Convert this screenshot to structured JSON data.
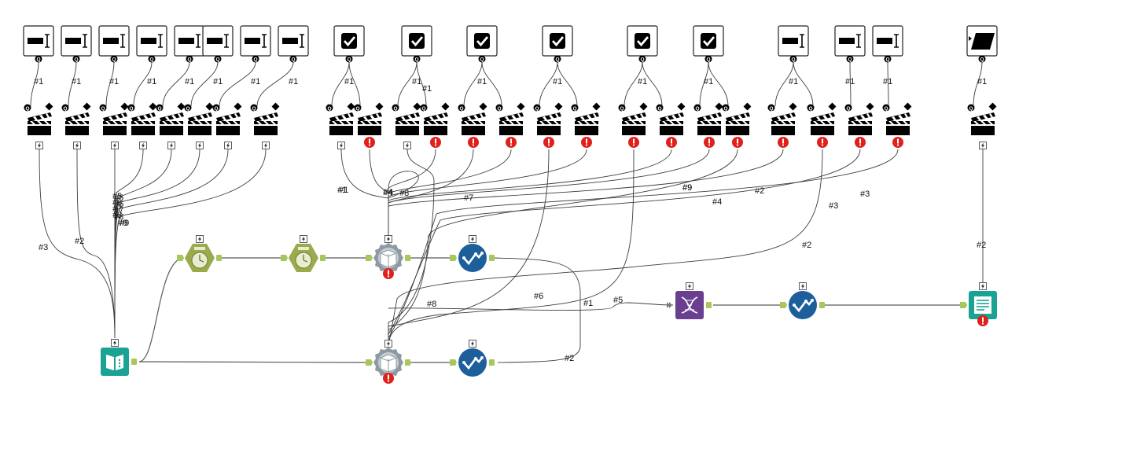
{
  "canvas": {
    "title": "Alteryx workflow canvas",
    "colors": {
      "wire": "#3d3d3d",
      "anchor_green": "#a8c65a",
      "error_red": "#e0201b",
      "tool_teal": "#1aa394",
      "tool_olive": "#9aaa4c",
      "tool_blue": "#1d5f9b",
      "tool_purple": "#6a3f8f",
      "macro_gray": "#8e9aa3"
    }
  },
  "interface_tools": [
    {
      "type": "text-box",
      "icon": "text-box-icon",
      "label": "#1"
    },
    {
      "type": "text-box",
      "icon": "text-box-icon",
      "label": "#1"
    },
    {
      "type": "text-box",
      "icon": "text-box-icon",
      "label": "#1"
    },
    {
      "type": "text-box",
      "icon": "text-box-icon",
      "label": "#1"
    },
    {
      "type": "text-box",
      "icon": "text-box-icon",
      "label": "#1"
    },
    {
      "type": "text-box",
      "icon": "text-box-icon",
      "label": "#1"
    },
    {
      "type": "text-box",
      "icon": "text-box-icon",
      "label": "#1"
    },
    {
      "type": "text-box",
      "icon": "text-box-icon",
      "label": "#1"
    },
    {
      "type": "check-box",
      "icon": "check-box-icon",
      "label": "#1"
    },
    {
      "type": "check-box",
      "icon": "check-box-icon",
      "label": "#1"
    },
    {
      "type": "check-box",
      "icon": "check-box-icon",
      "label": "#1"
    },
    {
      "type": "check-box",
      "icon": "check-box-icon",
      "label": "#1"
    },
    {
      "type": "check-box",
      "icon": "check-box-icon",
      "label": "#1"
    },
    {
      "type": "check-box",
      "icon": "check-box-icon",
      "label": "#1"
    },
    {
      "type": "text-box",
      "icon": "text-box-icon",
      "label": "#1"
    },
    {
      "type": "text-box",
      "icon": "text-box-icon",
      "label": "#1"
    },
    {
      "type": "text-box",
      "icon": "text-box-icon",
      "label": "#1"
    },
    {
      "type": "file-browse",
      "icon": "folder-browse-icon",
      "label": "#1"
    }
  ],
  "action_tools": [
    {
      "error": false,
      "wire_label": "#3"
    },
    {
      "error": false,
      "wire_label": "#2"
    },
    {
      "error": false,
      "wire_label": ""
    },
    {
      "error": false,
      "wire_label": "#5"
    },
    {
      "error": false,
      "wire_label": "#6"
    },
    {
      "error": false,
      "wire_label": "#7"
    },
    {
      "error": false,
      "wire_label": "#8"
    },
    {
      "error": false,
      "wire_label": "#9"
    },
    {
      "error": false,
      "wire_label": "#1"
    },
    {
      "error": true,
      "wire_label": "#4"
    },
    {
      "error": false,
      "wire_label": "#8"
    },
    {
      "error": true,
      "wire_label": "#1"
    },
    {
      "error": true,
      "wire_label": "#7"
    },
    {
      "error": true,
      "wire_label": ""
    },
    {
      "error": true,
      "wire_label": "#6"
    },
    {
      "error": true,
      "wire_label": ""
    },
    {
      "error": true,
      "wire_label": "#5"
    },
    {
      "error": true,
      "wire_label": "#9"
    },
    {
      "error": true,
      "wire_label": "#9"
    },
    {
      "error": true,
      "wire_label": "#4"
    },
    {
      "error": true,
      "wire_label": "#2"
    },
    {
      "error": true,
      "wire_label": "#2"
    },
    {
      "error": true,
      "wire_label": "#3"
    },
    {
      "error": true,
      "wire_label": "#3"
    },
    {
      "error": false,
      "wire_label": "#2"
    }
  ],
  "mid_labels": [
    "#5",
    "#6",
    "#7",
    "#8",
    "#9",
    "#1",
    "#4",
    "#8",
    "#1",
    "#2"
  ],
  "workflow_tools": {
    "input": {
      "icon": "book-input-icon",
      "error": false
    },
    "timer_1": {
      "icon": "stopwatch-icon",
      "error": false
    },
    "timer_2": {
      "icon": "stopwatch-icon",
      "error": false
    },
    "macro_top": {
      "icon": "macro-book-icon",
      "error": true
    },
    "macro_bottom": {
      "icon": "macro-book-icon",
      "error": true
    },
    "test_top": {
      "icon": "check-test-icon",
      "error": false
    },
    "test_bottom": {
      "icon": "check-test-icon",
      "error": false
    },
    "test_right": {
      "icon": "check-test-icon",
      "error": false
    },
    "union": {
      "icon": "dna-union-icon",
      "error": false
    },
    "output": {
      "icon": "report-output-icon",
      "error": true
    }
  }
}
